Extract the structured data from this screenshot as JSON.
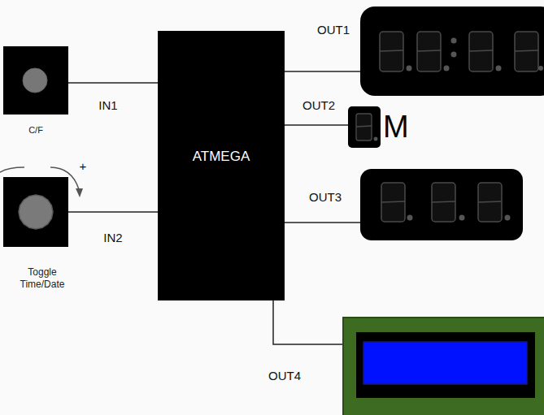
{
  "diagram": {
    "nodes": [
      {
        "text": [
          "C/F"
        ]
      },
      {
        "text": [
          "Toggle Time/Date"
        ]
      },
      {
        "text": [
          "ATMEGA"
        ]
      },
      {
        "text": []
      },
      {
        "text": [
          "M"
        ]
      },
      {
        "text": []
      },
      {
        "text": []
      }
    ],
    "edges": [
      {
        "from": 0,
        "to": 2,
        "arrow": "none",
        "label": "IN1"
      },
      {
        "from": 1,
        "to": 2,
        "arrow": "none",
        "label": "IN2"
      },
      {
        "from": 2,
        "to": 3,
        "arrow": "none",
        "label": "OUT1"
      },
      {
        "from": 2,
        "to": 4,
        "arrow": "none",
        "label": "OUT2"
      },
      {
        "from": 2,
        "to": 5,
        "arrow": "none",
        "label": "OUT3"
      },
      {
        "from": 2,
        "to": 6,
        "arrow": "none",
        "label": "OUT4"
      }
    ],
    "labels": [
      "+"
    ]
  }
}
